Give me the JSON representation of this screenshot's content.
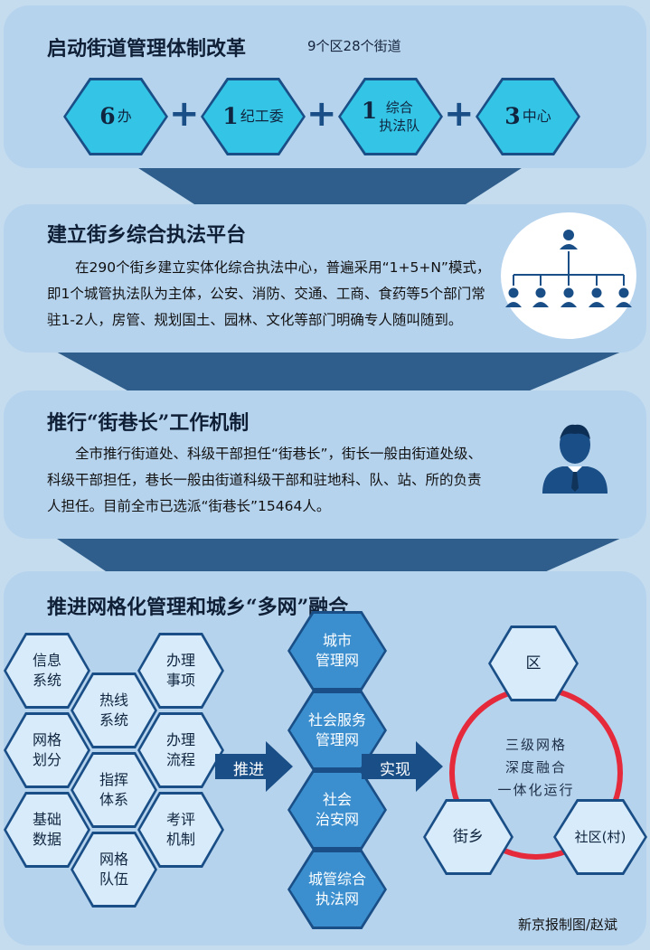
{
  "section1": {
    "title": "启动街道管理体制改革",
    "subtitle": "9个区28个街道",
    "hexes": [
      {
        "num": "6",
        "text": "办"
      },
      {
        "num": "1",
        "text": "纪工委"
      },
      {
        "num": "1",
        "text": "综合\n执法队"
      },
      {
        "num": "3",
        "text": "中心"
      }
    ],
    "plus": "+"
  },
  "section2": {
    "title": "建立街乡综合执法平台",
    "body": "在290个街乡建立实体化综合执法中心，普遍采用“1+5+N”模式，即1个城管执法队为主体，公安、消防、交通、工商、食药等5个部门常驻1-2人，房管、规划国土、园林、文化等部门明确专人随叫随到。",
    "icon": "org-chart-icon"
  },
  "section3": {
    "title": "推行“街巷长”工作机制",
    "body": "全市推行街道处、科级干部担任“街巷长”，街长一般由街道处级、科级干部担任，巷长一般由街道科级干部和驻地科、队、站、所的负责人担任。目前全市已选派“街巷长”15464人。",
    "icon": "official-person-icon"
  },
  "section4": {
    "title": "推进网格化管理和城乡“多网”融合",
    "left_hexes": [
      "信息\n系统",
      "网格\n划分",
      "基础\n数据",
      "热线\n系统",
      "指挥\n体系",
      "网格\n队伍",
      "办理\n事项",
      "办理\n流程",
      "考评\n机制"
    ],
    "arrow1": "推进",
    "middle_hexes": [
      "城市\n管理网",
      "社会服务\n管理网",
      "社会\n治安网",
      "城管综合\n执法网"
    ],
    "arrow2": "实现",
    "right_hexes": [
      "区",
      "街乡",
      "社区(村)"
    ],
    "center_text": "三级网格\n深度融合\n一体化运行"
  },
  "credit": "新京报制图/赵斌",
  "colors": {
    "background": "#c4dcee",
    "panel": "#b6d3ee",
    "hex_cyan": "#33c4e6",
    "hex_light": "#d7ebfa",
    "hex_middle": "#3b8fcf",
    "navy": "#1a4e86",
    "ring_red": "#e52a3c"
  }
}
